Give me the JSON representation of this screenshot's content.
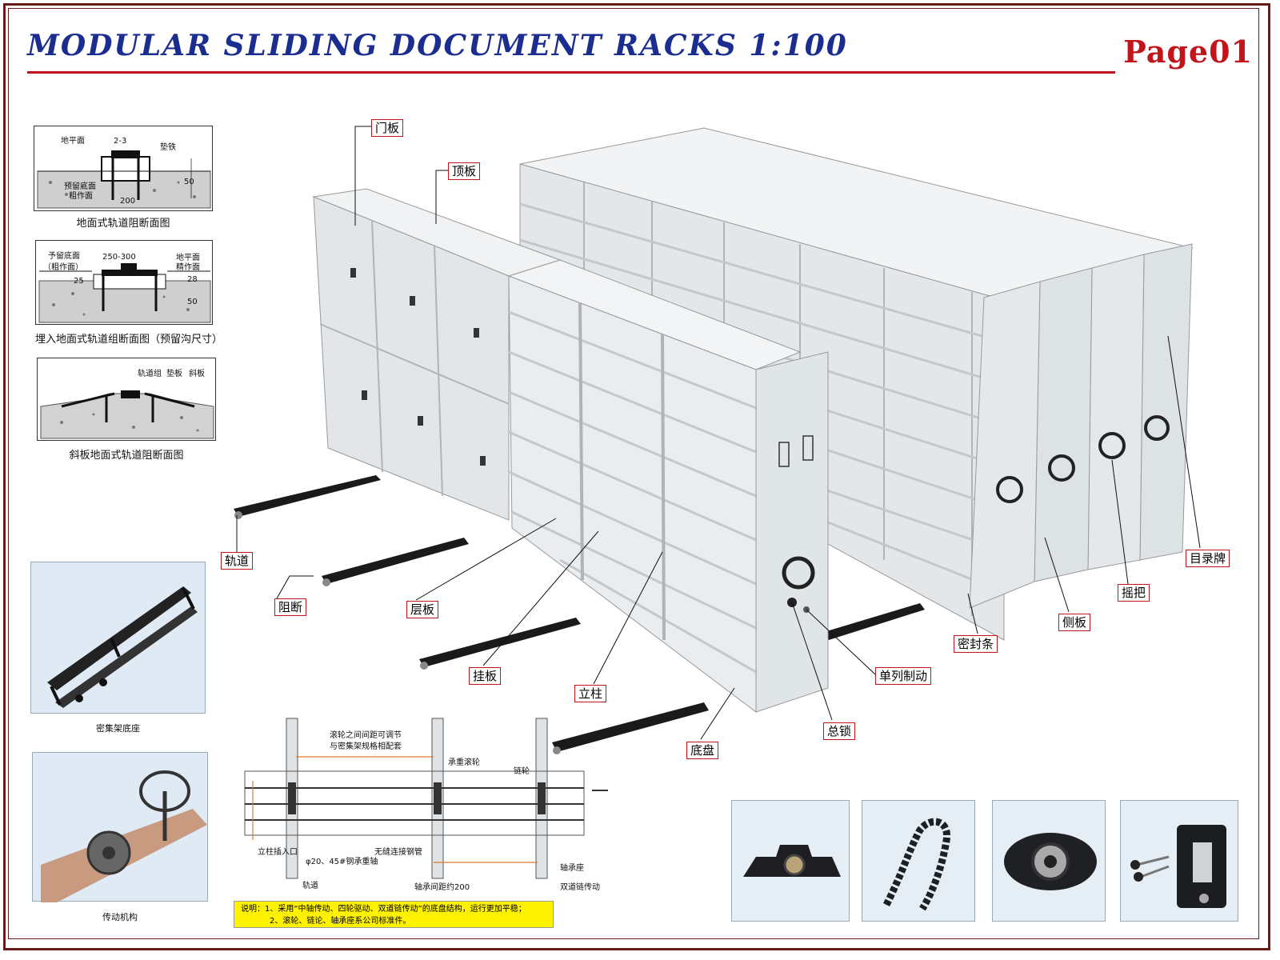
{
  "title": "MODULAR SLIDING DOCUMENT RACKS  1:100",
  "page": "Page01",
  "sections": [
    {
      "caption": "地面式轨道阻断面图",
      "labels": [
        "地平面",
        "2-3",
        "垫铁",
        "预留底面",
        "粗作面",
        "200",
        "50"
      ]
    },
    {
      "caption": "埋入地面式轨道组断面图（预留沟尺寸）",
      "labels": [
        "予留底面",
        "（粗作面）",
        "250-300",
        "地平面",
        "精作面",
        "25",
        "28",
        "50"
      ]
    },
    {
      "caption": "斜板地面式轨道阻断面图",
      "labels": [
        "轨道组",
        "垫板",
        "斜板"
      ]
    }
  ],
  "photos": {
    "base": "密集架底座",
    "drive": "传动机构"
  },
  "callouts": [
    "门板",
    "顶板",
    "轨道",
    "阻断",
    "层板",
    "挂板",
    "立柱",
    "底盘",
    "总锁",
    "单列制动",
    "密封条",
    "侧板",
    "摇把",
    "目录牌"
  ],
  "mechanism": {
    "labels": [
      "滚轮之间间距可调节",
      "与密集架规格相配套",
      "承重滚轮",
      "链轮",
      "立柱插入口",
      "φ20、45#钢承重轴",
      "无缝连接钢管",
      "轴承座",
      "轨道",
      "轴承间距约200",
      "双道链传动"
    ]
  },
  "note": {
    "line1": "说明：1、采用“中轴传动、四轮驱动、双道链传动”的底盘结构，运行更加平稳；",
    "line2": "2、滚轮、链论、轴承座系公司标准件。"
  },
  "colors": {
    "title": "#1b2d8f",
    "accent": "#c1141b",
    "border": "#6b1a1a",
    "note_bg": "#fff200",
    "cabinet": "#e8ecee"
  }
}
